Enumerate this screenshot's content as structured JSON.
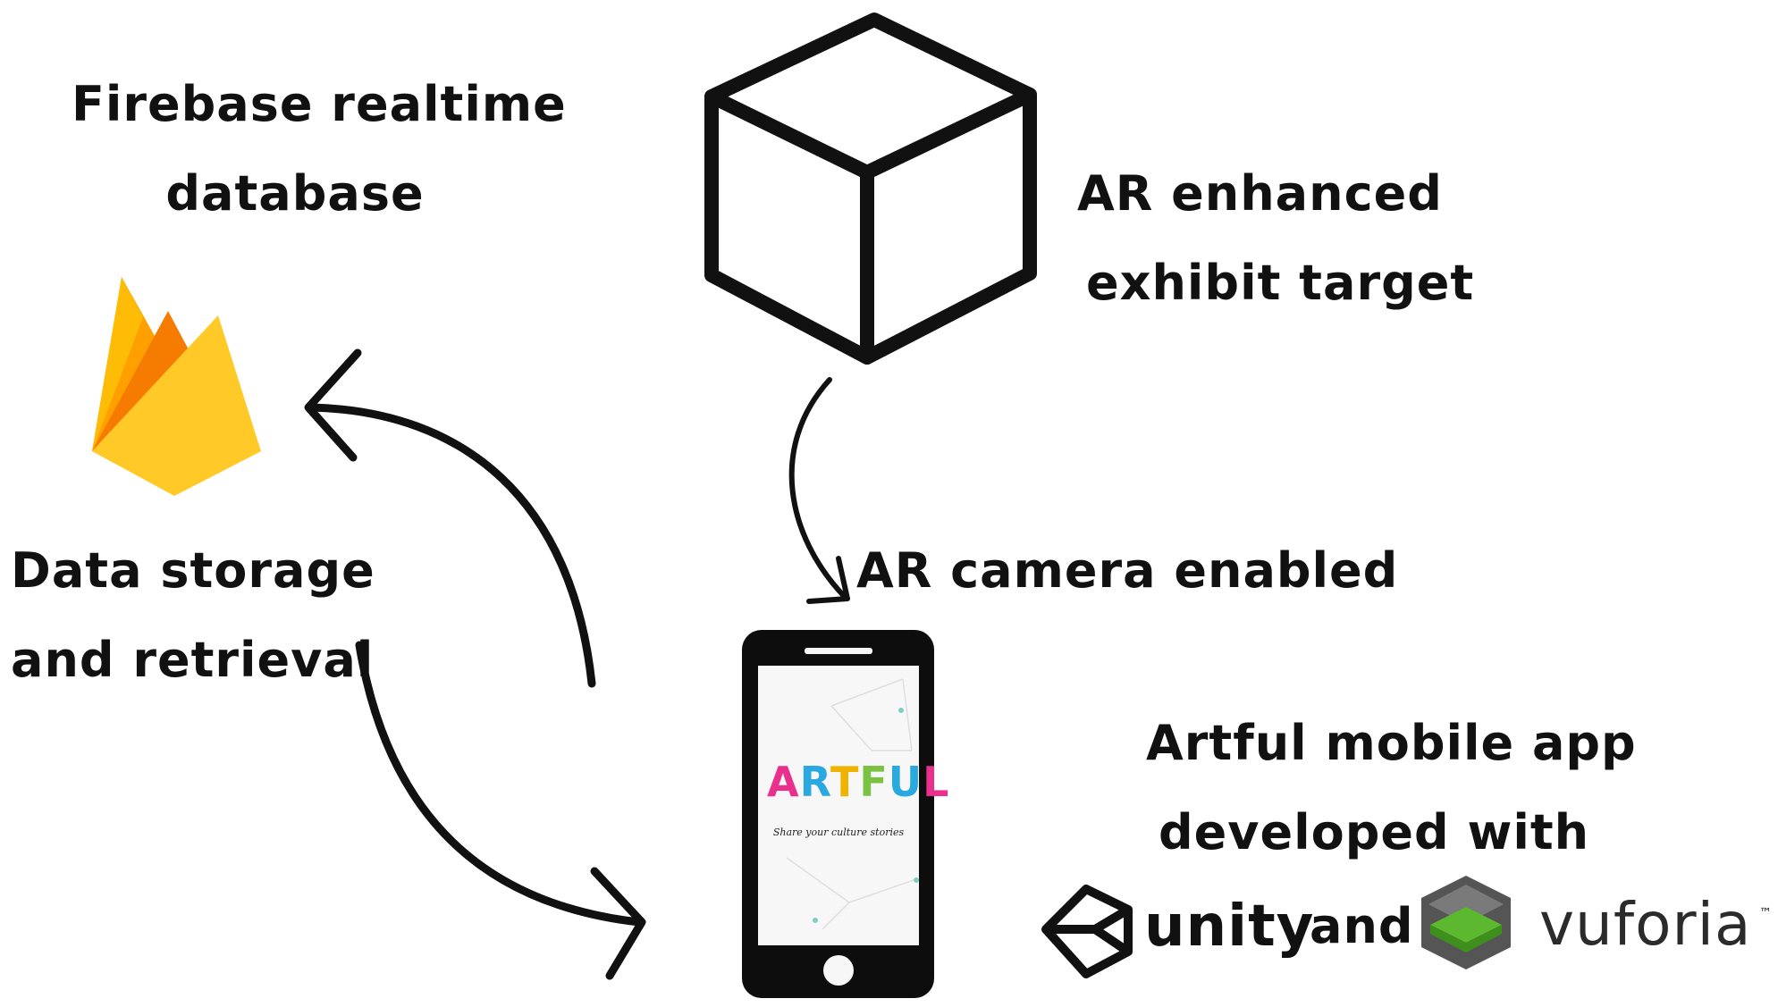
{
  "labels": {
    "firebase_line1": "Firebase realtime",
    "firebase_line2": "database",
    "ar_target_line1": "AR enhanced",
    "ar_target_line2": "exhibit target",
    "data_line1": "Data storage",
    "data_line2": "and retrieval",
    "camera": "AR camera enabled",
    "app_line1": "Artful mobile app",
    "app_line2": "developed with",
    "unity": "unity",
    "and": "and",
    "vuforia": "vuforia",
    "vuforia_tm": "™"
  },
  "phone_screen": {
    "logo_letters": [
      "A",
      "R",
      "T",
      "F",
      "U",
      "L"
    ],
    "logo_colors": [
      "#e8308c",
      "#2aa8e0",
      "#f0b400",
      "#7cc242",
      "#2aa8e0",
      "#e8308c"
    ],
    "tagline": "Share your culture stories"
  },
  "colors": {
    "ink": "#111111",
    "firebase_yellow": "#ffca28",
    "firebase_orange": "#ffa000",
    "firebase_amber": "#f57c00",
    "vuforia_green": "#5cb82e",
    "vuforia_gray": "#6b6b6b"
  },
  "icons": [
    "cube-icon",
    "firebase-icon",
    "phone-icon",
    "unity-icon",
    "vuforia-icon"
  ]
}
